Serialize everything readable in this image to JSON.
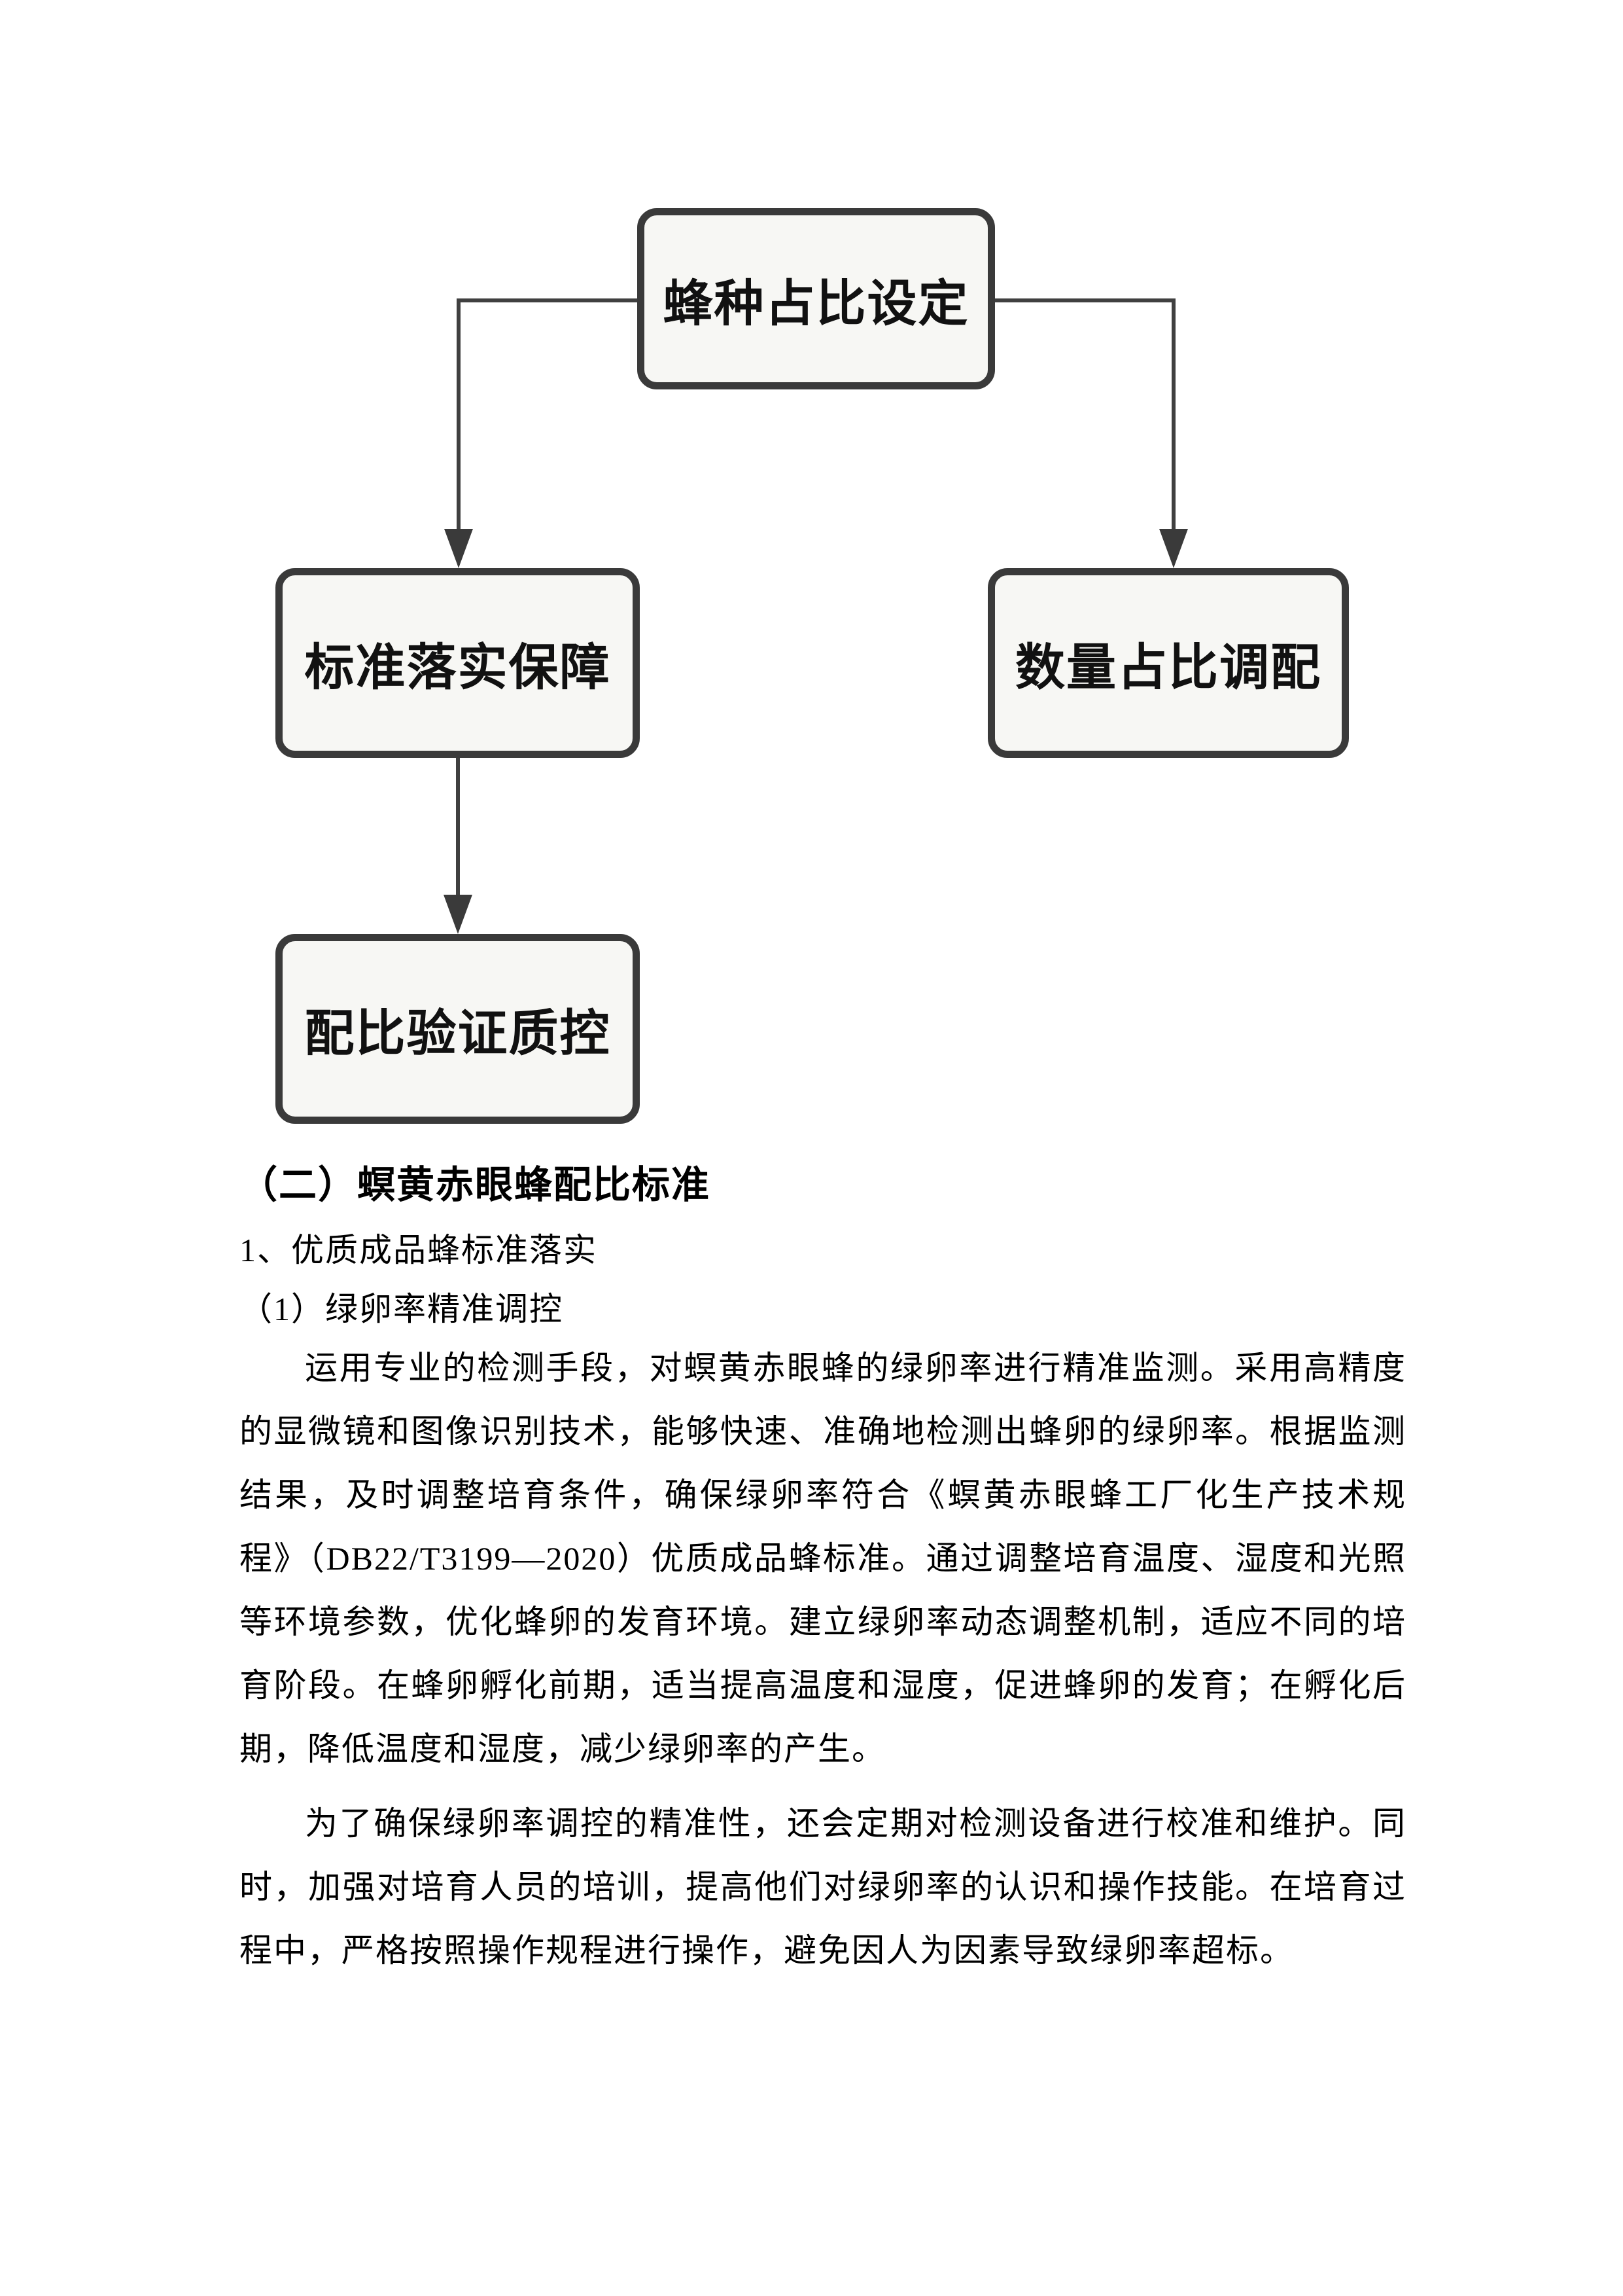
{
  "flowchart": {
    "nodes": [
      {
        "id": "root",
        "label": "蜂种占比设定"
      },
      {
        "id": "left",
        "label": "标准落实保障"
      },
      {
        "id": "right",
        "label": "数量占比调配"
      },
      {
        "id": "bottom",
        "label": "配比验证质控"
      }
    ],
    "edges": [
      {
        "from": "蜂种占比设定",
        "to": "标准落实保障"
      },
      {
        "from": "蜂种占比设定",
        "to": "数量占比调配"
      },
      {
        "from": "标准落实保障",
        "to": "配比验证质控"
      }
    ],
    "colors": {
      "node_border": "#3a3a3a",
      "node_fill": "#f7f7f4",
      "connector": "#404040",
      "label_text": "#111111"
    }
  },
  "document": {
    "section_heading": "（二）螟黄赤眼蜂配比标准",
    "subsection_heading": "1、优质成品蜂标准落实",
    "item_heading": "（1）绿卵率精准调控",
    "paragraphs": [
      "运用专业的检测手段，对螟黄赤眼蜂的绿卵率进行精准监测。采用高精度的显微镜和图像识别技术，能够快速、准确地检测出蜂卵的绿卵率。根据监测结果，及时调整培育条件，确保绿卵率符合《螟黄赤眼蜂工厂化生产技术规程》（DB22/T3199—2020）优质成品蜂标准。通过调整培育温度、湿度和光照等环境参数，优化蜂卵的发育环境。建立绿卵率动态调整机制，适应不同的培育阶段。在蜂卵孵化前期，适当提高温度和湿度，促进蜂卵的发育；在孵化后期，降低温度和湿度，减少绿卵率的产生。",
      "为了确保绿卵率调控的精准性，还会定期对检测设备进行校准和维护。同时，加强对培育人员的培训，提高他们对绿卵率的认识和操作技能。在培育过程中，严格按照操作规程进行操作，避免因人为因素导致绿卵率超标。"
    ]
  }
}
